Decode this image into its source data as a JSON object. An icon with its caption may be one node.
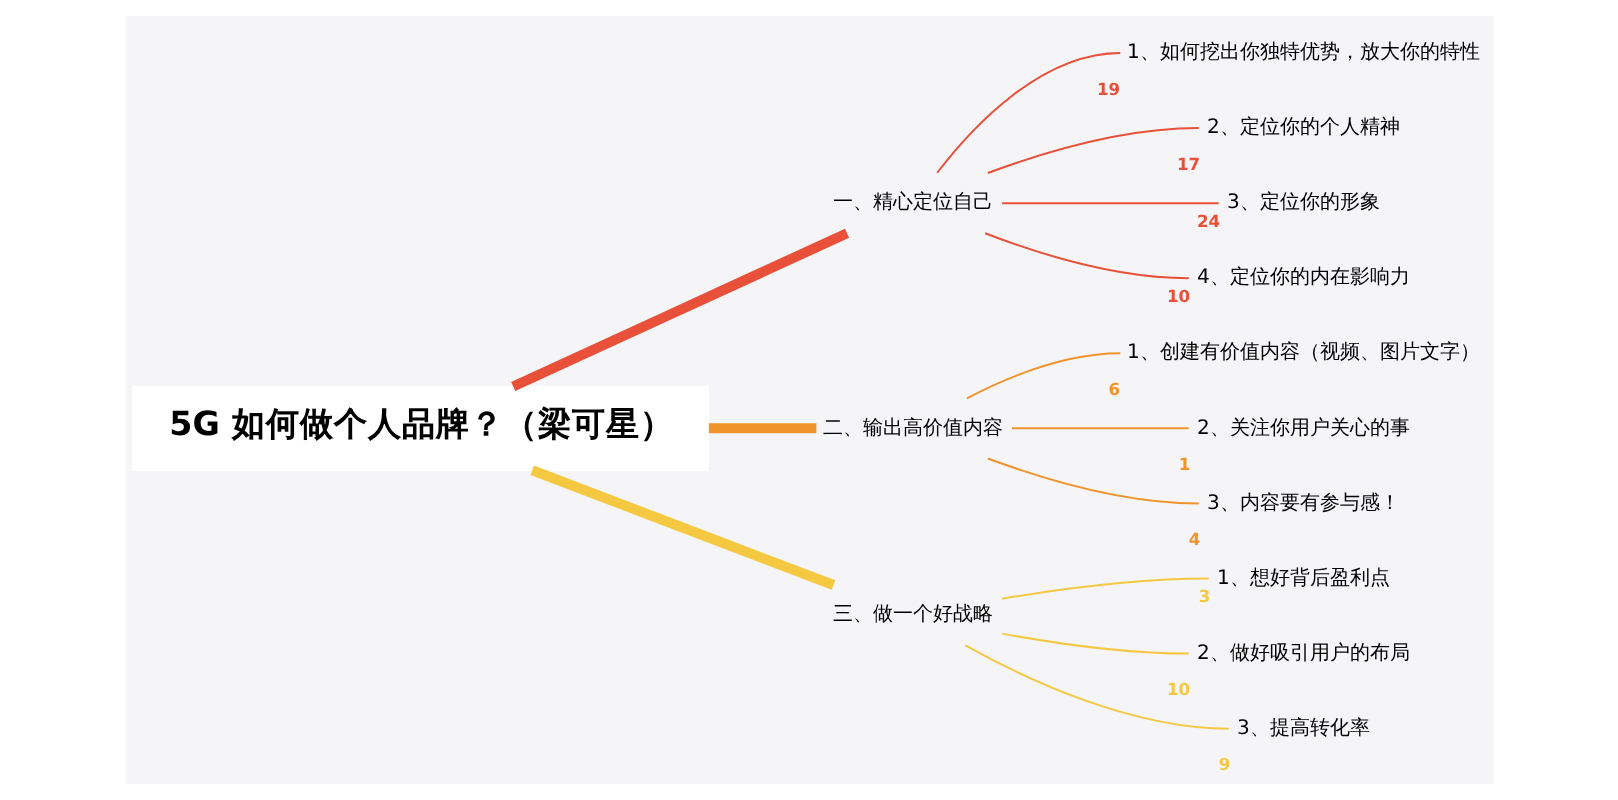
{
  "diagram": {
    "nodes": [
      {
        "text": [
          "5G 如何做个人品牌？（梁可星）"
        ]
      },
      {
        "text": [
          "一、精心定位自己"
        ]
      },
      {
        "text": [
          "1、如何挖出你独特优势，放大你的特性"
        ],
        "beside": [
          "19"
        ]
      },
      {
        "text": [
          "2、定位你的个人精神"
        ],
        "beside": [
          "17"
        ]
      },
      {
        "text": [
          "3、定位你的形象"
        ],
        "beside": [
          "24"
        ]
      },
      {
        "text": [
          "4、定位你的内在影响力"
        ],
        "beside": [
          "10"
        ]
      },
      {
        "text": [
          "二、输出高价值内容"
        ]
      },
      {
        "text": [
          "1、创建有价值内容（视频、图片文字）"
        ],
        "beside": [
          "6"
        ]
      },
      {
        "text": [
          "2、关注你用户关心的事"
        ],
        "beside": [
          "1"
        ]
      },
      {
        "text": [
          "3、内容要有参与感！"
        ],
        "beside": [
          "4"
        ]
      },
      {
        "text": [
          "三、做一个好战略"
        ]
      },
      {
        "text": [
          "1、想好背后盈利点"
        ],
        "beside": [
          "3"
        ]
      },
      {
        "text": [
          "2、做好吸引用户的布局"
        ],
        "beside": [
          "10"
        ]
      },
      {
        "text": [
          "3、提高转化率"
        ],
        "beside": [
          "9"
        ]
      }
    ],
    "edges": [
      {
        "from": 0,
        "to": 1,
        "arrow": "none",
        "style": "thick",
        "color": "#e8503a"
      },
      {
        "from": 1,
        "to": 2,
        "arrow": "none",
        "color": "#e8503a"
      },
      {
        "from": 1,
        "to": 3,
        "arrow": "none",
        "color": "#e8503a"
      },
      {
        "from": 1,
        "to": 4,
        "arrow": "none",
        "color": "#e8503a"
      },
      {
        "from": 1,
        "to": 5,
        "arrow": "none",
        "color": "#e8503a"
      },
      {
        "from": 0,
        "to": 6,
        "arrow": "none",
        "style": "thick",
        "color": "#f0932b"
      },
      {
        "from": 6,
        "to": 7,
        "arrow": "none",
        "color": "#f0932b"
      },
      {
        "from": 6,
        "to": 8,
        "arrow": "none",
        "color": "#f0932b"
      },
      {
        "from": 6,
        "to": 9,
        "arrow": "none",
        "color": "#f0932b"
      },
      {
        "from": 0,
        "to": 10,
        "arrow": "none",
        "style": "thick",
        "color": "#f5c842"
      },
      {
        "from": 10,
        "to": 11,
        "arrow": "none",
        "color": "#f5c842"
      },
      {
        "from": 10,
        "to": 12,
        "arrow": "none",
        "color": "#f5c842"
      },
      {
        "from": 10,
        "to": 13,
        "arrow": "none",
        "color": "#f5c842"
      }
    ]
  }
}
